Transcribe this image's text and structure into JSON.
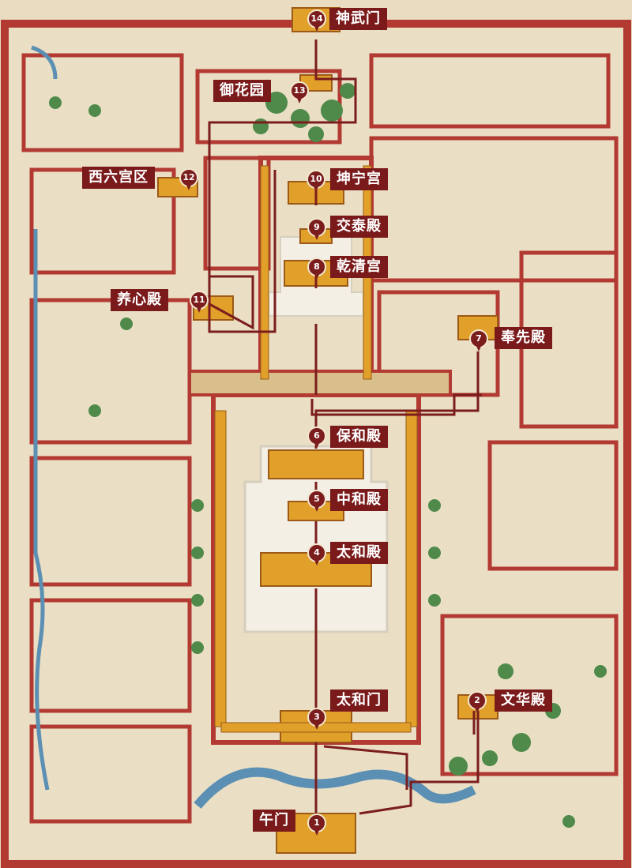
{
  "stops": [
    {
      "num": "1",
      "name": "午门"
    },
    {
      "num": "2",
      "name": "文华殿"
    },
    {
      "num": "3",
      "name": "太和门"
    },
    {
      "num": "4",
      "name": "太和殿"
    },
    {
      "num": "5",
      "name": "中和殿"
    },
    {
      "num": "6",
      "name": "保和殿"
    },
    {
      "num": "7",
      "name": "奉先殿"
    },
    {
      "num": "8",
      "name": "乾清宫"
    },
    {
      "num": "9",
      "name": "交泰殿"
    },
    {
      "num": "10",
      "name": "坤宁宫"
    },
    {
      "num": "11",
      "name": "养心殿"
    },
    {
      "num": "12",
      "name": "西六宫区"
    },
    {
      "num": "13",
      "name": "御花园"
    },
    {
      "num": "14",
      "name": "神武门"
    }
  ],
  "colors": {
    "wall": "#b23a32",
    "roof": "#e0a02a",
    "ground": "#e9dcc0",
    "route": "#7b1d1d",
    "label_bg": "#7a1a1a",
    "tree": "#4f8a4a",
    "water": "#5b8fb3",
    "marble": "#f3efe4"
  },
  "icons": [
    "map-pin-icon",
    "palace-hall-icon",
    "tree-icon",
    "moat-icon"
  ]
}
